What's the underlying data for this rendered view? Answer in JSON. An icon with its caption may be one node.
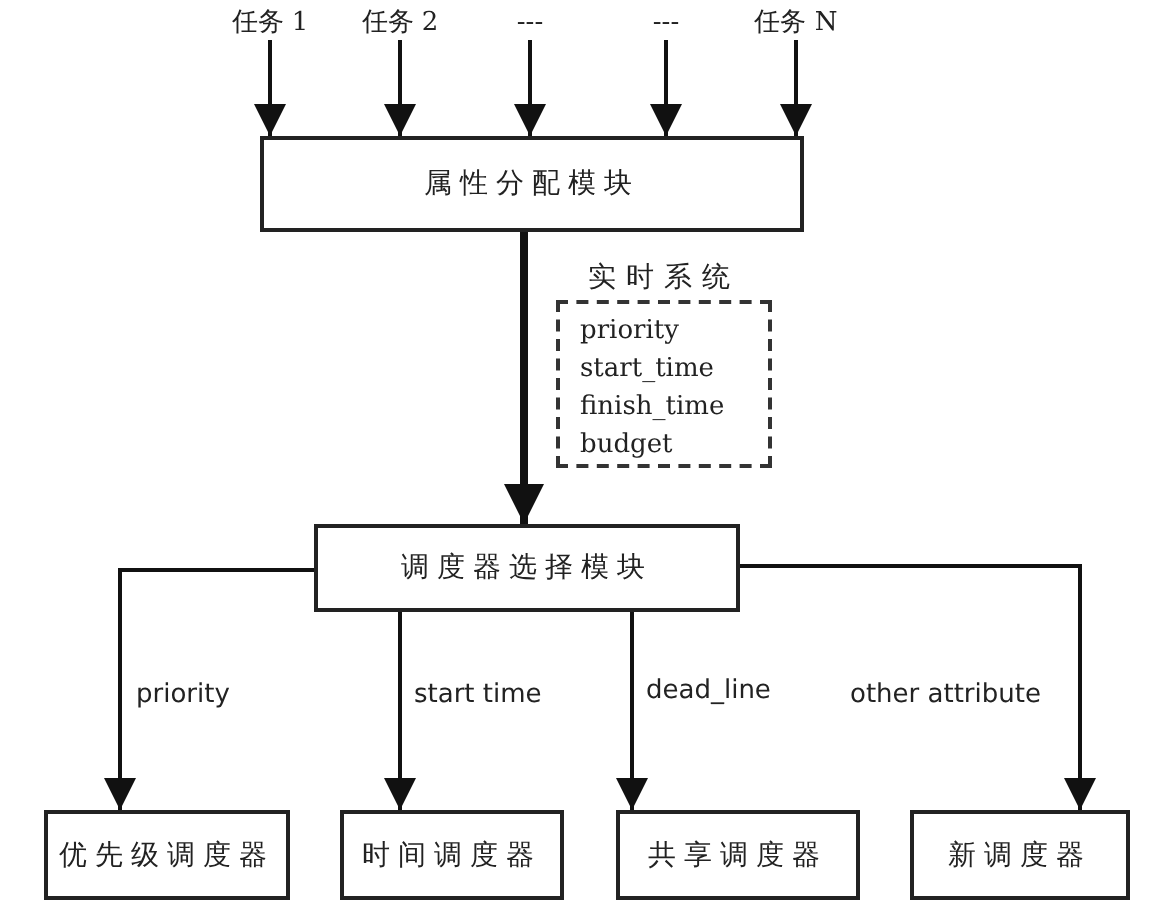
{
  "diagram": {
    "nodes": [
      {
        "text": [
          "任务 1"
        ]
      },
      {
        "text": [
          "任务 2"
        ]
      },
      {
        "text": [
          "---"
        ]
      },
      {
        "text": [
          "---"
        ]
      },
      {
        "text": [
          "任务 N"
        ]
      },
      {
        "text": [
          "属性分配模块"
        ]
      },
      {
        "text": [
          "实时系统",
          "priority",
          "start_time",
          "finish_time",
          "budget"
        ]
      },
      {
        "text": [
          "调度器选择模块"
        ]
      },
      {
        "text": [
          "优先级调度器"
        ]
      },
      {
        "text": [
          "时间调度器"
        ]
      },
      {
        "text": [
          "共享调度器"
        ]
      },
      {
        "text": [
          "新调度器"
        ]
      }
    ],
    "edges": [
      {
        "from": 0,
        "to": 5,
        "arrow": "to"
      },
      {
        "from": 1,
        "to": 5,
        "arrow": "to"
      },
      {
        "from": 2,
        "to": 5,
        "arrow": "to"
      },
      {
        "from": 3,
        "to": 5,
        "arrow": "to"
      },
      {
        "from": 4,
        "to": 5,
        "arrow": "to"
      },
      {
        "from": 5,
        "to": 7,
        "arrow": "to",
        "style": "thick"
      },
      {
        "from": 7,
        "to": 8,
        "arrow": "to",
        "label": "priority"
      },
      {
        "from": 7,
        "to": 9,
        "arrow": "to",
        "label": "start time"
      },
      {
        "from": 7,
        "to": 10,
        "arrow": "to",
        "label": "dead_line"
      },
      {
        "from": 7,
        "to": 11,
        "arrow": "to",
        "label": "other attribute"
      }
    ]
  }
}
